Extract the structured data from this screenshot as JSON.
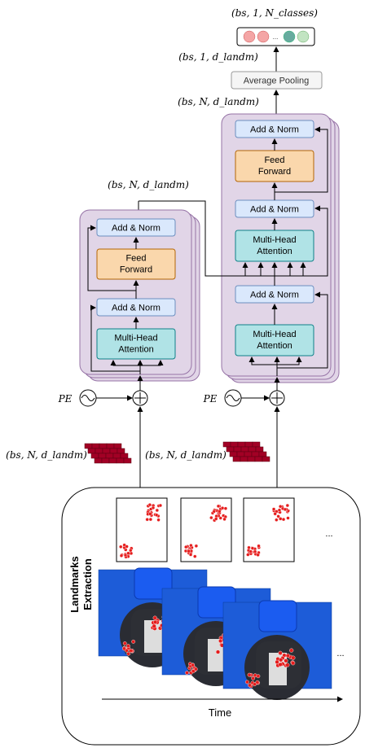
{
  "labels": {
    "output_shape": "(bs, 1, N_classes)",
    "pooled_shape": "(bs, 1, d_landm)",
    "encoder_right_out_shape": "(bs, N, d_landm)",
    "encoder_left_out_shape": "(bs, N, d_landm)",
    "input_left_shape": "(bs, N, d_landm)",
    "input_right_shape": "(bs, N, d_landm)",
    "pe_left": "PE",
    "pe_right": "PE"
  },
  "blocks": {
    "add_norm": "Add & Norm",
    "feed_forward_1": "Feed",
    "feed_forward_2": "Forward",
    "mha_1": "Multi-Head",
    "mha_2": "Attention",
    "average_pooling": "Average Pooling"
  },
  "output_dots_ellipsis": "...",
  "extraction": {
    "title_1": "Landmarks",
    "title_2": "Extraction",
    "landmark_ellipsis": "...",
    "frame_ellipsis": "...",
    "time_label": "Time"
  },
  "colors": {
    "encoder_bg": "#e1d5e7",
    "encoder_border": "#9673a6",
    "add_norm_fill": "#dae8fc",
    "add_norm_border": "#6c8ebf",
    "ffn_fill": "#fad7ac",
    "ffn_border": "#b46504",
    "mha_fill": "#b0e3e6",
    "mha_border": "#0e8088",
    "embedding_brick": "#a20025",
    "frame_bg": "#1d5cd8",
    "landmark_red": "#e51c1c"
  }
}
